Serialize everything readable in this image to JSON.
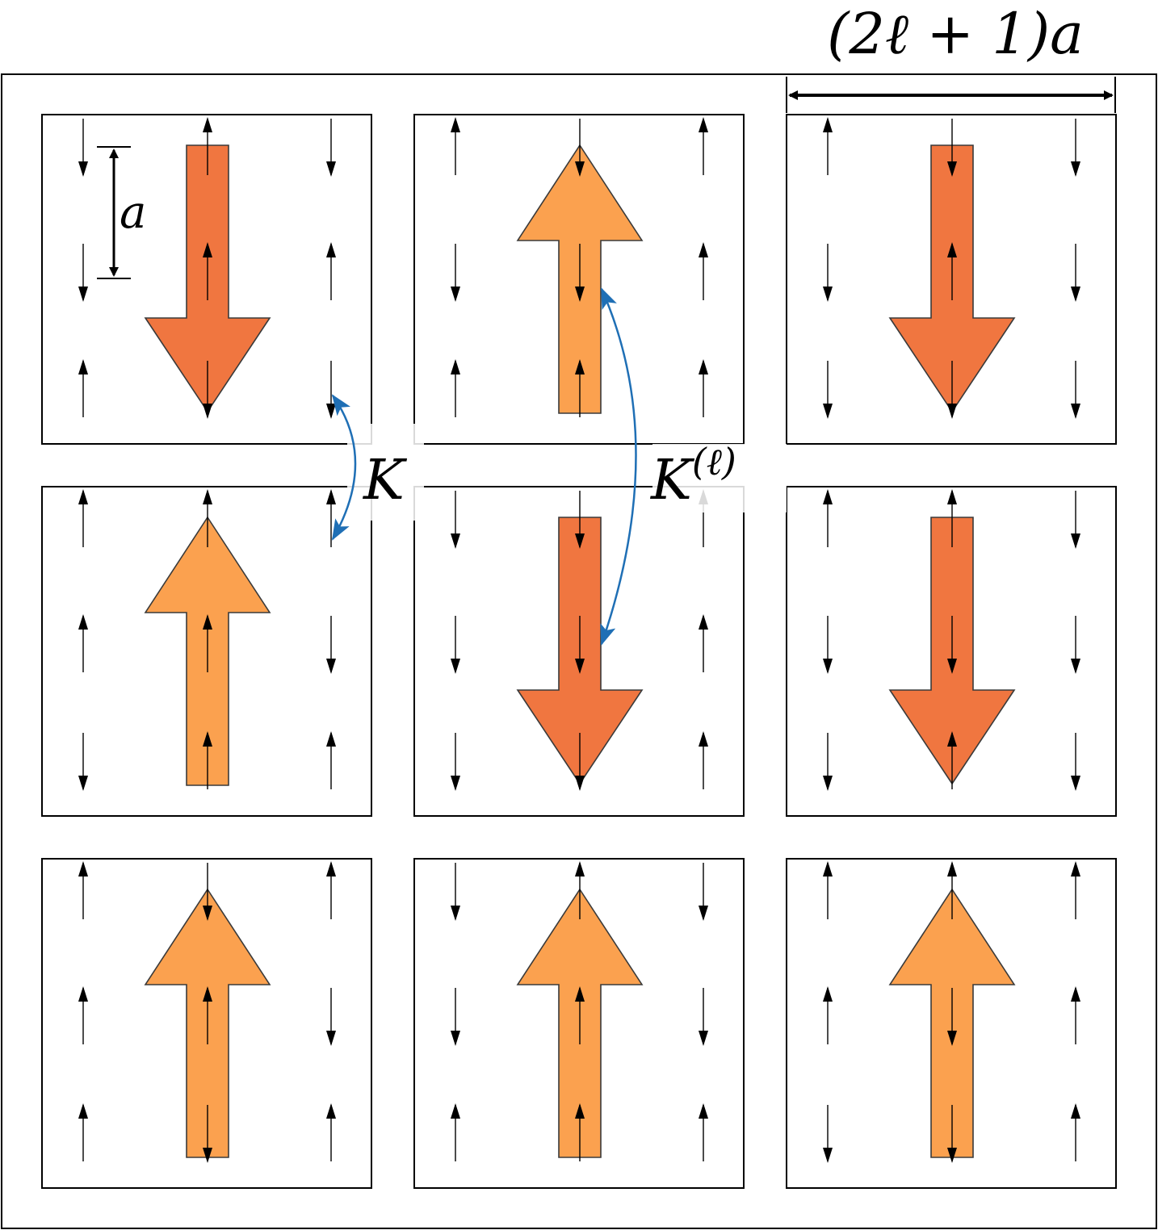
{
  "labels": {
    "block_size": "(2ℓ + 1)a",
    "spacing": "a",
    "coupling_k": "K",
    "coupling_k_l_base": "K",
    "coupling_k_l_sup": "(ℓ)"
  },
  "colors": {
    "down_block": "#f07640",
    "up_block": "#fba14f",
    "coupling": "#1f6fb5",
    "frame": "#000000",
    "spin": "#000000"
  },
  "grid": {
    "rows": 3,
    "cols": 3,
    "block_spins": [
      [
        "down",
        "up",
        "down"
      ],
      [
        "up",
        "down",
        "down"
      ],
      [
        "up",
        "up",
        "up"
      ]
    ],
    "small_spins": [
      [
        [
          [
            "down",
            "up",
            "down"
          ],
          [
            "down",
            "up",
            "up"
          ],
          [
            "up",
            "down",
            "down"
          ]
        ],
        [
          [
            "up",
            "down",
            "up"
          ],
          [
            "down",
            "down",
            "up"
          ],
          [
            "up",
            "up",
            "up"
          ]
        ],
        [
          [
            "up",
            "down",
            "down"
          ],
          [
            "down",
            "up",
            "down"
          ],
          [
            "down",
            "down",
            "down"
          ]
        ]
      ],
      [
        [
          [
            "up",
            "up",
            "up"
          ],
          [
            "up",
            "up",
            "down"
          ],
          [
            "down",
            "up",
            "up"
          ]
        ],
        [
          [
            "down",
            "down",
            "up"
          ],
          [
            "down",
            "down",
            "up"
          ],
          [
            "down",
            "down",
            "up"
          ]
        ],
        [
          [
            "up",
            "up",
            "down"
          ],
          [
            "down",
            "down",
            "down"
          ],
          [
            "down",
            "up",
            "down"
          ]
        ]
      ],
      [
        [
          [
            "up",
            "down",
            "up"
          ],
          [
            "up",
            "up",
            "down"
          ],
          [
            "up",
            "down",
            "up"
          ]
        ],
        [
          [
            "down",
            "up",
            "down"
          ],
          [
            "down",
            "up",
            "down"
          ],
          [
            "up",
            "up",
            "up"
          ]
        ],
        [
          [
            "up",
            "up",
            "up"
          ],
          [
            "up",
            "down",
            "up"
          ],
          [
            "down",
            "down",
            "up"
          ]
        ]
      ]
    ]
  }
}
